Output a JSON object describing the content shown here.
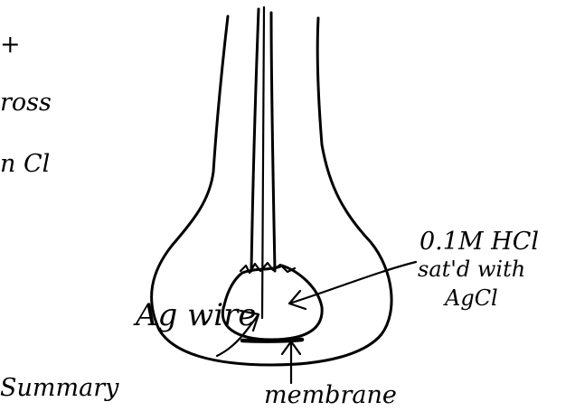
{
  "labels": {
    "solution_line1": "0.1M HCl",
    "solution_line2": "sat'd with",
    "solution_line3": "AgCl",
    "wire": "Ag wire",
    "membrane": "membrane",
    "left_partial_1": "+",
    "left_partial_2": "ross",
    "left_partial_3": "n Cl",
    "left_partial_4": "Summary"
  }
}
